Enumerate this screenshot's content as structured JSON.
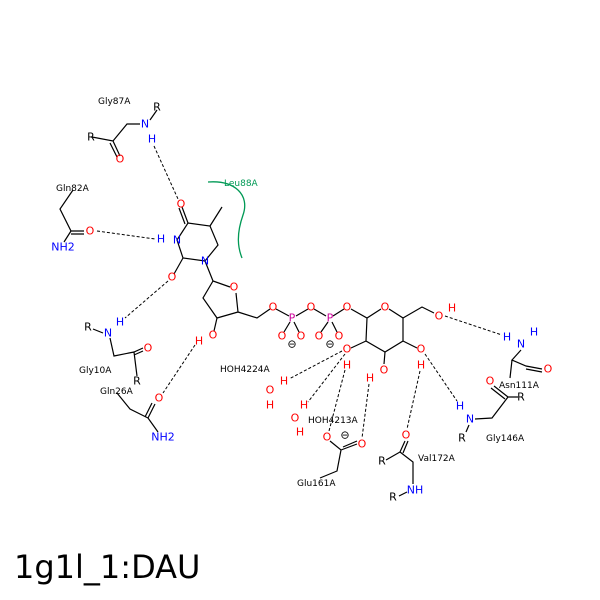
{
  "title": "1g1l_1:DAU",
  "colors": {
    "oxygen": "#ff0000",
    "nitrogen": "#0000ff",
    "phosphorus": "#cc0099",
    "hydrophobic": "#009955",
    "bond": "#000000"
  },
  "residues": {
    "gly87": "Gly87A",
    "gln82": "Gln82A",
    "leu88": "Leu88A",
    "gly10": "Gly10A",
    "gln26": "Gln26A",
    "hoh4224": "HOH4224A",
    "hoh4213": "HOH4213A",
    "glu161": "Glu161A",
    "val172": "Val172A",
    "gly146": "Gly146A",
    "asn111": "Asn111A"
  },
  "atoms": {
    "O": "O",
    "N": "N",
    "H": "H",
    "P": "P",
    "R": "R",
    "NH": "NH",
    "NH2": "NH2",
    "minus": "⊖"
  }
}
